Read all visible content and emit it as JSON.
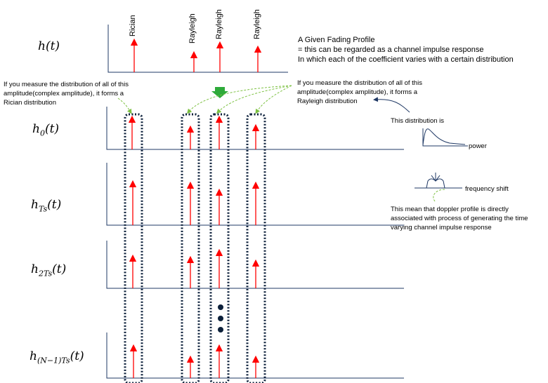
{
  "rows": [
    {
      "base": "h",
      "sub": "",
      "arg": "(t)"
    },
    {
      "base": "h",
      "sub": "0",
      "arg": "(t)"
    },
    {
      "base": "h",
      "sub": "Ts",
      "arg": "(t)"
    },
    {
      "base": "h",
      "sub": "2Ts",
      "arg": "(t)"
    },
    {
      "base": "h",
      "sub": "(N−1)Ts",
      "arg": "(t)"
    }
  ],
  "tap_labels": [
    "Rician",
    "Rayleigh",
    "Rayleigh",
    "Rayleigh"
  ],
  "profile_note": {
    "line1": "A Given Fading Profile",
    "line2": "= this can be regarded as a channel impulse response",
    "line3": "In which each of the coefficient varies with a certain distribution"
  },
  "rician_note": {
    "line1": "If you measure the distribution of all of this",
    "line2": "amplitude(complex amplitude), it forms a",
    "line3": "Rician distribution"
  },
  "rayleigh_note": {
    "line1": "If you measure the distribution of all of this",
    "line2": "amplitude(complex amplitude), it forms a",
    "line3": "Rayleigh distribution"
  },
  "dist_note": "This distribution is",
  "power_label": "power",
  "freq_label": "frequency shift",
  "doppler_note": {
    "line1": "This mean that doppler profile is directly",
    "line2": "associated with process of generating the time",
    "line3": "varying channel impulse response"
  },
  "colors": {
    "arrow": "#ff0000",
    "box": "#0b1f3a",
    "green": "#7dc142",
    "note_arrow": "#1f3864"
  }
}
